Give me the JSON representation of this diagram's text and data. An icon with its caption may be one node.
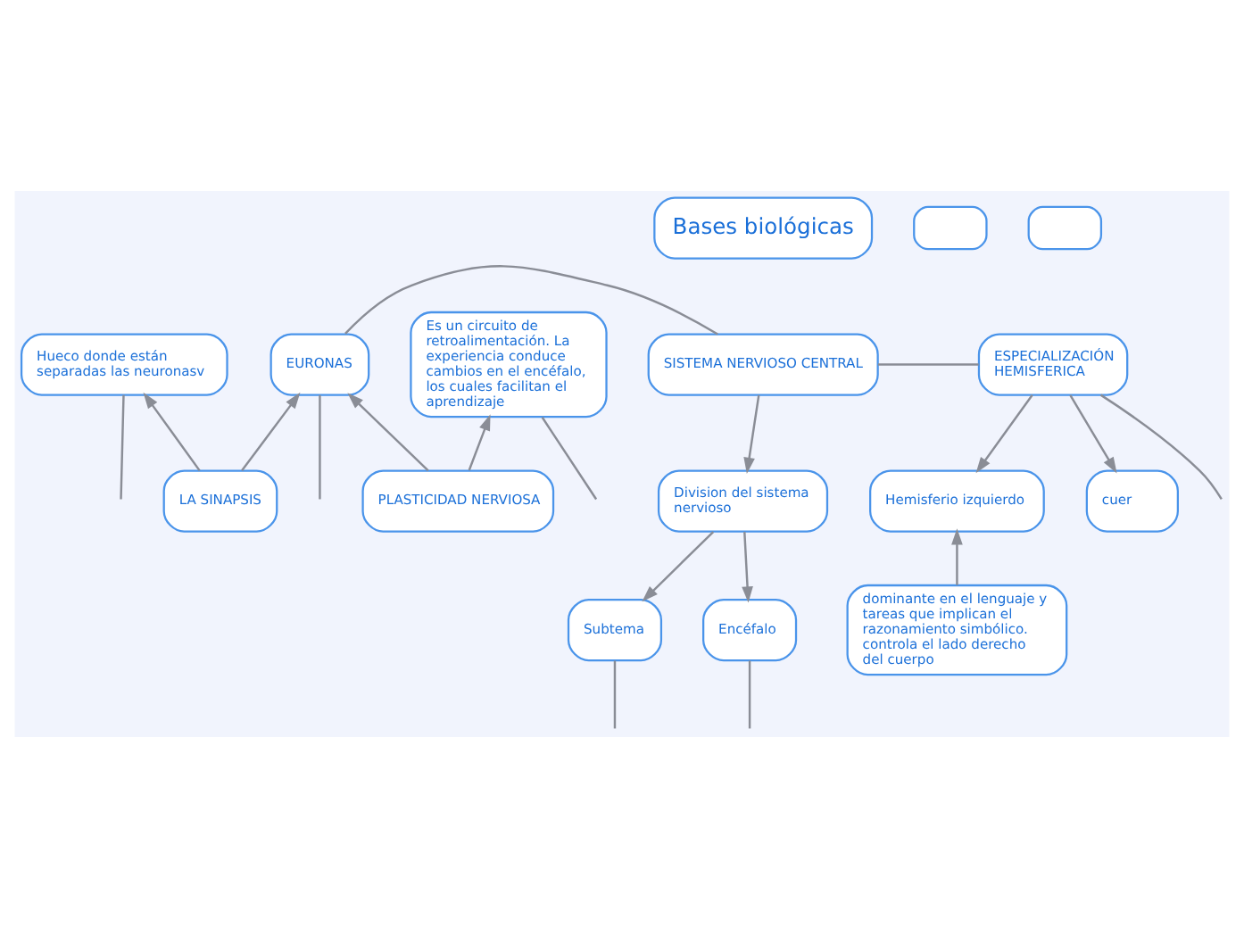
{
  "diagram": {
    "nodes": [
      {
        "text": [
          "Bases biológicas"
        ]
      },
      {
        "text": [
          "EURONAS"
        ]
      },
      {
        "text": [
          "SISTEMA NERVIOSO CENTRAL"
        ]
      },
      {
        "text": [
          "ESPECIALIZACIÓN HEMISFERICA"
        ]
      },
      {
        "text": [
          "LA SINAPSIS"
        ]
      },
      {
        "text": [
          "PLASTICIDAD NERVIOSA"
        ]
      },
      {
        "text": [
          "Division del sistema nervioso"
        ]
      },
      {
        "text": [
          "Hemisferio izquierdo"
        ]
      },
      {
        "text": [
          "cuer"
        ]
      },
      {
        "text": [
          "Hueco donde están separadas las neuronasv"
        ]
      },
      {
        "text": [
          "Es un circuito de retroalimentación. La experiencia conduce cambios en el encéfalo, los cuales facilitan el aprendizaje"
        ]
      },
      {
        "text": [
          "Encéfalo"
        ]
      },
      {
        "text": [
          "Subtema"
        ]
      },
      {
        "text": [
          "dominante en el lenguaje y tareas que implican el razonamiento simbólico. controla el lado derecho del cuerpo"
        ]
      },
      {
        "text": [],
        "shape": "box"
      },
      {
        "text": [],
        "shape": "box"
      }
    ],
    "edges": [
      {
        "from": 1,
        "to": 2,
        "arrow": "none"
      },
      {
        "from": 2,
        "to": 3,
        "arrow": "none"
      },
      {
        "from": 3,
        "to": null,
        "arrow": "none"
      },
      {
        "from": 1,
        "to": null,
        "arrow": "none"
      },
      {
        "from": 4,
        "to": 1,
        "arrow": "to"
      },
      {
        "from": 5,
        "to": 1,
        "arrow": "to"
      },
      {
        "from": 2,
        "to": 6,
        "arrow": "to"
      },
      {
        "from": 3,
        "to": 7,
        "arrow": "to"
      },
      {
        "from": 3,
        "to": 8,
        "arrow": "to"
      },
      {
        "from": 4,
        "to": 9,
        "arrow": "to"
      },
      {
        "from": 5,
        "to": 10,
        "arrow": "to"
      },
      {
        "from": 6,
        "to": 11,
        "arrow": "to"
      },
      {
        "from": 6,
        "to": 12,
        "arrow": "to"
      },
      {
        "from": 13,
        "to": 7,
        "arrow": "to"
      },
      {
        "from": 9,
        "to": null,
        "arrow": "none"
      },
      {
        "from": 10,
        "to": null,
        "arrow": "none"
      },
      {
        "from": 11,
        "to": null,
        "arrow": "none"
      },
      {
        "from": 12,
        "to": null,
        "arrow": "none"
      }
    ]
  }
}
